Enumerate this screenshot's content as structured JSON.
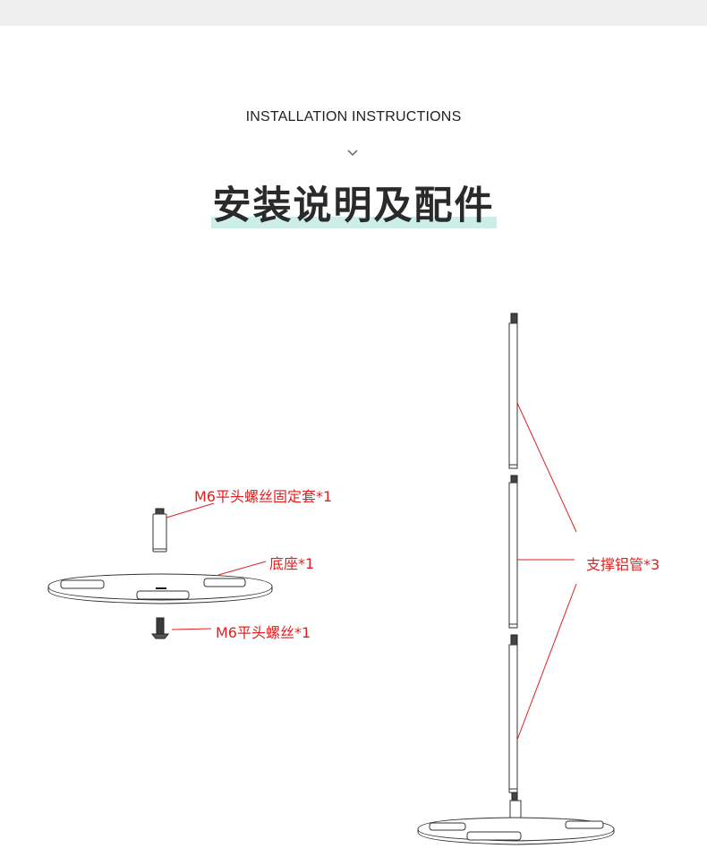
{
  "header": {
    "subtitle": "INSTALLATION INSTRUCTIONS",
    "title": "安装说明及配件"
  },
  "labels": {
    "sleeve": "M6平头螺丝固定套*1",
    "base": "底座*1",
    "screw": "M6平头螺丝*1",
    "tube": "支撑铝管*3"
  },
  "colors": {
    "accent": "#e02020",
    "highlight": "#cdeee7"
  },
  "icons": [
    "chevron-down-icon"
  ]
}
